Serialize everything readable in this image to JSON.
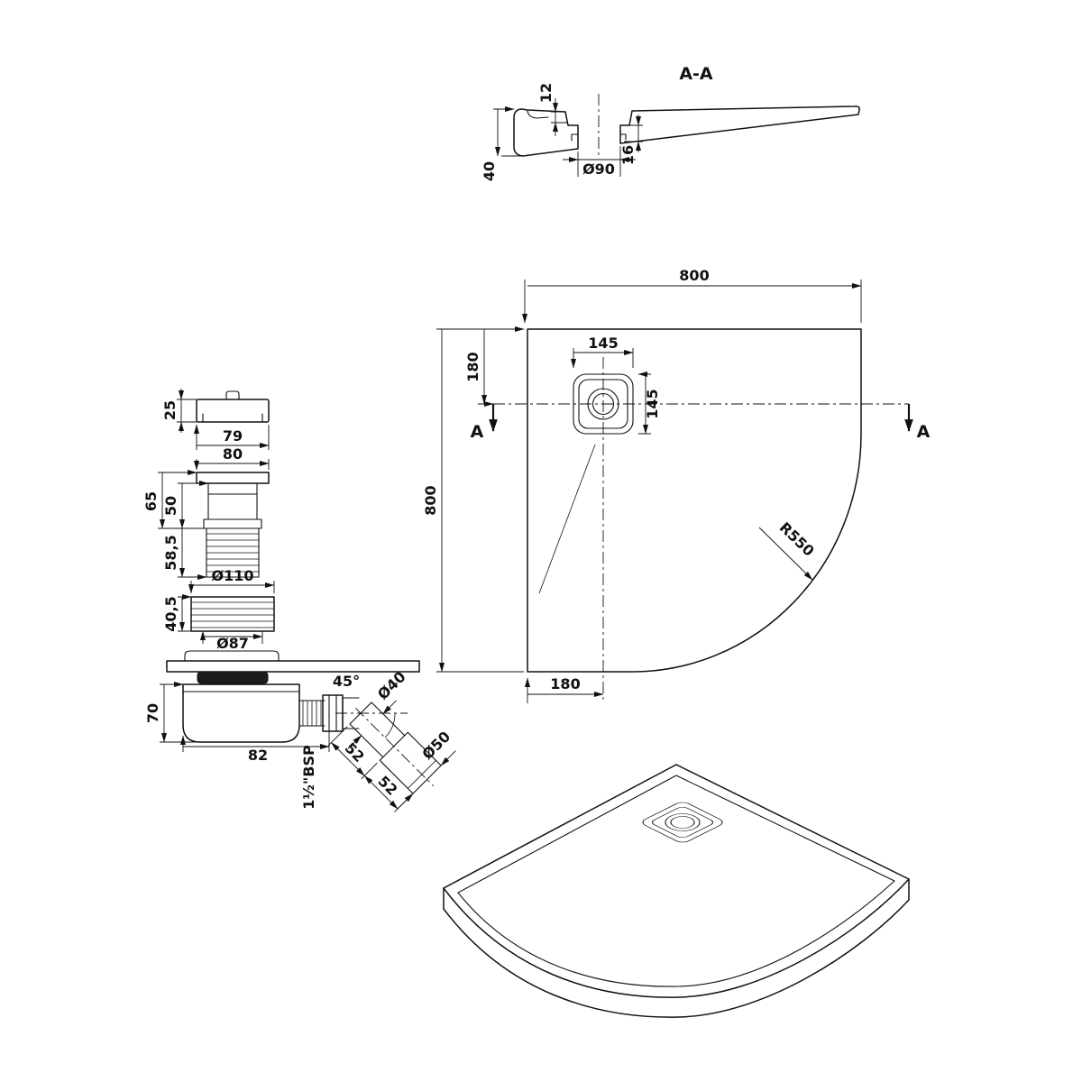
{
  "section": {
    "title": "A-A",
    "dim_depth": "12",
    "dim_height": "40",
    "dim_drain": "Ø90",
    "dim_recess": "16"
  },
  "plan": {
    "dim_width": "800",
    "dim_depth": "800",
    "dim_drain_x": "145",
    "dim_drain_y": "145",
    "dim_offset_left": "180",
    "dim_offset_bottom": "180",
    "dim_radius": "R550",
    "section_marker": "A"
  },
  "waste": {
    "dim_cap_height": "25",
    "dim_cap_width": "79",
    "dim_flange_width": "80",
    "dim_body_height": "65",
    "dim_upper_height": "50",
    "dim_lower_height": "58,5",
    "dim_thread_dia": "Ø110",
    "dim_thread_height": "40,5",
    "dim_hole_dia": "Ø87",
    "dim_trap_height": "70",
    "dim_trap_length": "82",
    "dim_elbow_angle": "45°",
    "dim_pipe_dia": "Ø40",
    "dim_seg1": "52",
    "dim_seg2": "52",
    "dim_outlet_dia": "Ø50",
    "dim_thread_type": "1½\"BSP"
  }
}
